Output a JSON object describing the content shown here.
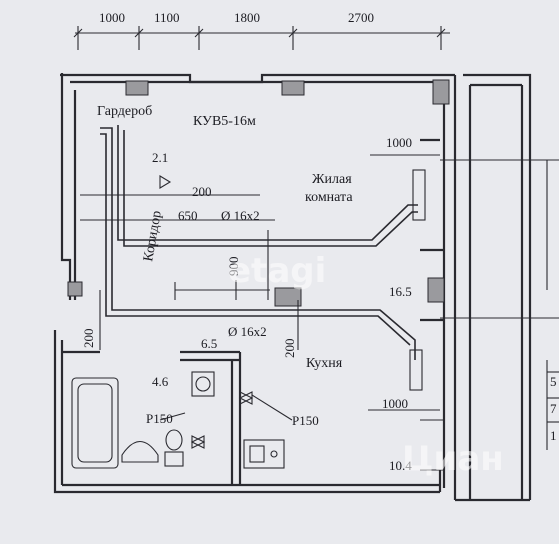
{
  "dimensions_top": [
    "1000",
    "1100",
    "1800",
    "2700"
  ],
  "rooms": {
    "wardrobe": "Гардероб",
    "corridor": "Коридор",
    "living": "Жилая комната",
    "kitchen": "Кухня"
  },
  "labels": {
    "kuv": "КУВ5-16м",
    "pipe_1": "Ø 16x2",
    "pipe_2": "Ø 16x2",
    "p150_1": "P150",
    "p150_2": "P150"
  },
  "dims": {
    "d_2_1": "2.1",
    "d_200_a": "200",
    "d_650": "650",
    "d_900": "900",
    "d_200_b": "200",
    "d_200_c": "200",
    "d_1000_top": "1000",
    "d_1000_bottom": "1000"
  },
  "areas": {
    "living": "16.5",
    "wardrobe_small": "6.5",
    "bath": "4.6",
    "kitchen": "10.4"
  },
  "side_numbers": [
    "5",
    "7",
    "1"
  ],
  "watermark": {
    "top": "etagi",
    "bottom": "Циан"
  }
}
